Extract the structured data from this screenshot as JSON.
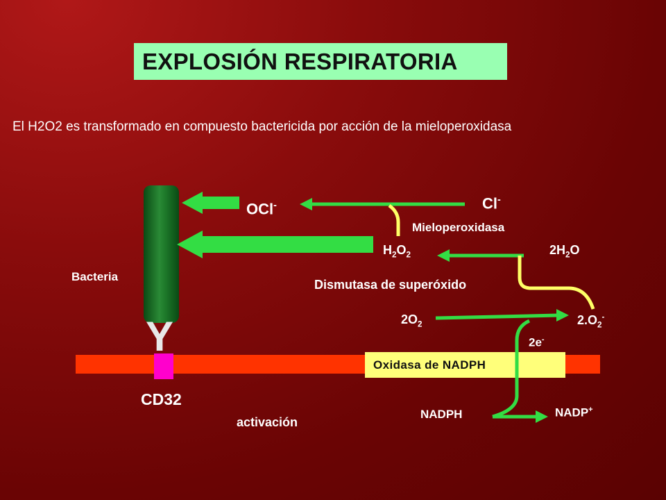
{
  "title": "EXPLOSIÓN RESPIRATORIA",
  "subtitle": "El H2O2 es transformado en compuesto bactericida por acción de la mieloperoxidasa",
  "labels": {
    "ocl": "OCl",
    "ocl_charge": "-",
    "cl": "Cl",
    "cl_charge": "-",
    "mieloperoxidasa": "Mieloperoxidasa",
    "h2o2_h": "H",
    "h2o2_2a": "2",
    "h2o2_o": "O",
    "h2o2_2b": "2",
    "h2o_prefix": "2H",
    "h2o_2": "2",
    "h2o_o": "O",
    "bacteria": "Bacteria",
    "dismutasa": "Dismutasa de superóxido",
    "o2_prefix": "2O",
    "o2_sub": "2",
    "superoxide_prefix": "2.O",
    "superoxide_sub": "2",
    "superoxide_charge": "-",
    "electrons": "2e",
    "electrons_charge": "-",
    "oxidasa": "Oxidasa de NADPH",
    "cd32": "CD32",
    "activacion": "activación",
    "nadph": "NADPH",
    "nadp": "NADP",
    "nadp_charge": "+"
  },
  "colors": {
    "title_bg": "#99ffb2",
    "arrow_green": "#33dd44",
    "enzyme_curve": "#ffff66",
    "membrane": "#ff3300",
    "cd32_receptor": "#ff00cc",
    "oxidasa_box": "#ffff7a",
    "bacteria": "#1e7a2a"
  }
}
